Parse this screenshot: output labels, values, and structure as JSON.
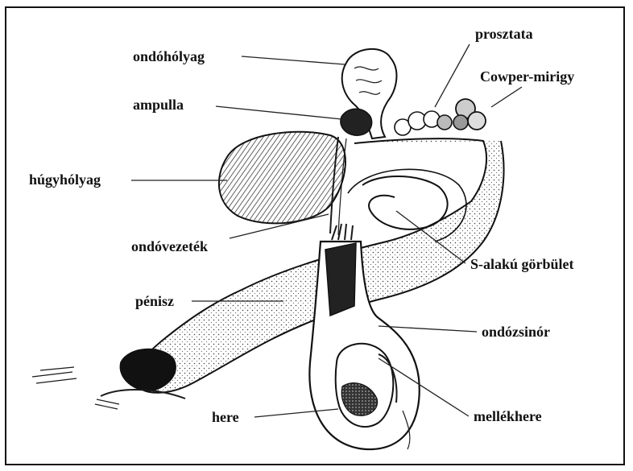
{
  "diagram": {
    "labels": {
      "ondoholyag": "ondóhólyag",
      "prosztata": "prosztata",
      "cowper": "Cowper-mirigy",
      "ampulla": "ampulla",
      "hugyholyag": "húgyhólyag",
      "ondovezetek": "ondóvezeték",
      "s_alaku": "S-alakú görbület",
      "penisz": "pénisz",
      "ondozsinor": "ondózsinór",
      "here": "here",
      "mellekhere": "mellékhere"
    }
  }
}
